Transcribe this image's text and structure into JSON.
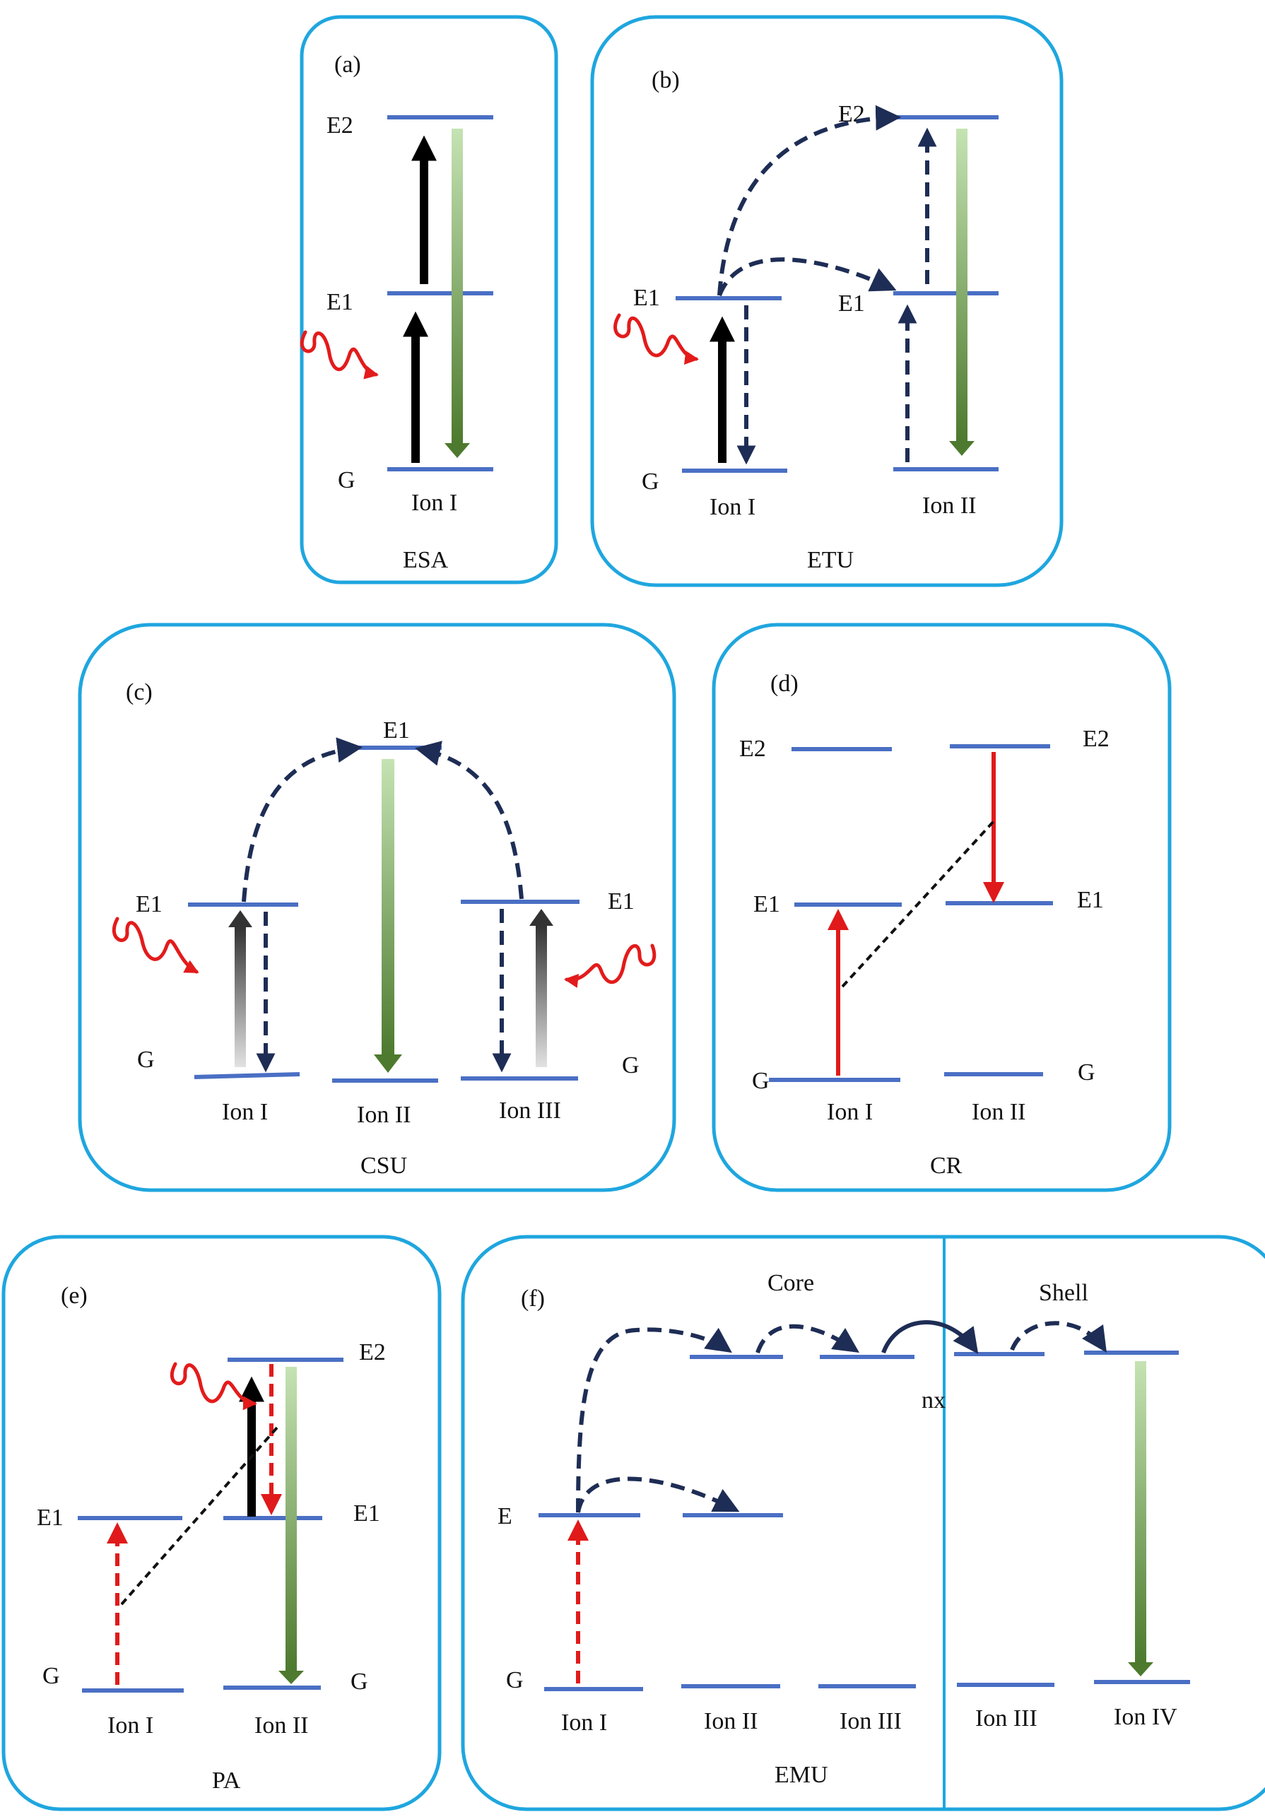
{
  "panels": {
    "a": {
      "tag": "(a)",
      "title": "ESA",
      "levels": {
        "e2": "E2",
        "e1": "E1",
        "g": "G"
      },
      "ions": [
        "Ion I"
      ]
    },
    "b": {
      "tag": "(b)",
      "title": "ETU",
      "levels": {
        "e2": "E2",
        "e1_left": "E1",
        "e1_right": "E1",
        "g": "G"
      },
      "ions": [
        "Ion I",
        "Ion II"
      ]
    },
    "c": {
      "tag": "(c)",
      "title": "CSU",
      "levels": {
        "e1_top": "E1",
        "e1_left": "E1",
        "e1_right": "E1",
        "g_left": "G",
        "g_right": "G"
      },
      "ions": [
        "Ion I",
        "Ion II",
        "Ion III"
      ]
    },
    "d": {
      "tag": "(d)",
      "title": "CR",
      "levels": {
        "e2_left": "E2",
        "e2_right": "E2",
        "e1_left": "E1",
        "e1_right": "E1",
        "g_left": "G",
        "g_right": "G"
      },
      "ions": [
        "Ion I",
        "Ion II"
      ]
    },
    "e": {
      "tag": "(e)",
      "title": "PA",
      "levels": {
        "e2": "E2",
        "e1_left": "E1",
        "e1_right": "E1",
        "g_left": "G",
        "g_right": "G"
      },
      "ions": [
        "Ion I",
        "Ion II"
      ]
    },
    "f": {
      "tag": "(f)",
      "title": "EMU",
      "core": "Core",
      "shell": "Shell",
      "nx": "nx",
      "levels": {
        "e": "E",
        "g": "G"
      },
      "ions": [
        "Ion I",
        "Ion II",
        "Ion III",
        "Ion III",
        "Ion IV"
      ]
    }
  },
  "colors": {
    "panel_border": "#1fa6df",
    "level": "#4a6fc4",
    "energy_transfer": "#1e2d55",
    "excitation": "#e31b1b",
    "emission_top": "#c5e3b3",
    "emission_bottom": "#4d7a2e"
  }
}
